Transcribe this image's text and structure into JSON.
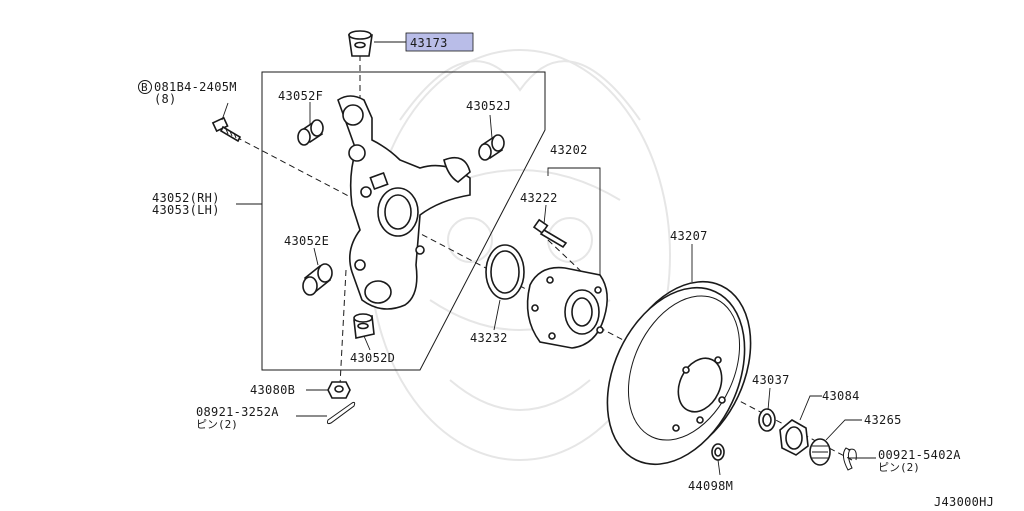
{
  "diagram": {
    "colors": {
      "highlight": "#b9bde8",
      "line": "#1a1a1a",
      "watermark": "#e6e6e6"
    },
    "highlighted_part": "43173",
    "callouts": {
      "p43173": "43173",
      "p08184": "081B4-2405M",
      "p08184_qty": "(8)",
      "p08184_prefix": "B",
      "p43052f": "43052F",
      "p43052j": "43052J",
      "p43052rh": "43052(RH)",
      "p43053lh": "43053(LH)",
      "p43052e": "43052E",
      "p43052d": "43052D",
      "p43080b": "43080B",
      "p08921": "08921-3252A",
      "p08921_qty": "ピン(2)",
      "p43202": "43202",
      "p43222": "43222",
      "p43232": "43232",
      "p43207": "43207",
      "p43037": "43037",
      "p43084": "43084",
      "p43265": "43265",
      "p00921": "00921-5402A",
      "p00921_qty": "ピン(2)",
      "p44098m": "44098M",
      "diagram_code": "J43000HJ"
    }
  }
}
